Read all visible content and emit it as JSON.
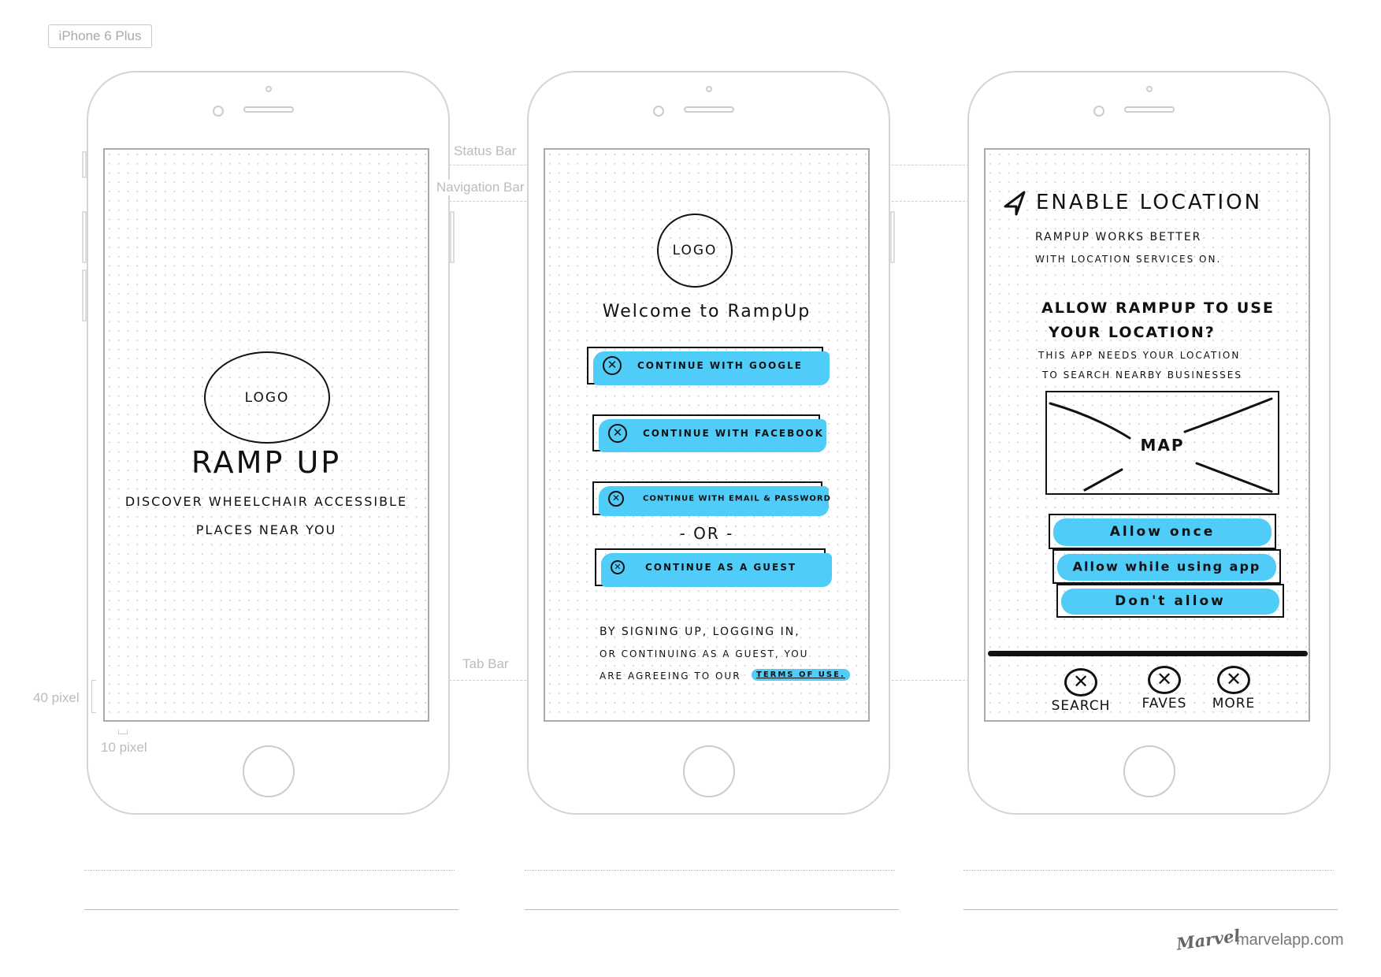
{
  "device_label": "iPhone 6 Plus",
  "guides": {
    "status_bar": "Status Bar",
    "navigation_bar": "Navigation Bar",
    "tab_bar": "Tab Bar",
    "height_40": "40 pixel",
    "width_10": "10 pixel"
  },
  "screen1": {
    "logo": "LOGO",
    "title": "Ramp Up",
    "tagline_1": "Discover wheelchair accessible",
    "tagline_2": "places near you"
  },
  "screen2": {
    "logo": "LOGO",
    "welcome": "Welcome to RampUp",
    "buttons": [
      {
        "label": "Continue with Google"
      },
      {
        "label": "Continue with Facebook"
      },
      {
        "label": "Continue with Email & Password"
      },
      {
        "label": "Continue as a Guest"
      }
    ],
    "or": "- OR -",
    "terms_1": "By signing up, logging in,",
    "terms_2": "or continuing as a guest, you",
    "terms_3": "are agreeing to our",
    "terms_link": "Terms of use."
  },
  "screen3": {
    "title": "Enable Location",
    "sub_1": "RampUp works better",
    "sub_2": "with location services on.",
    "question_1": "Allow RampUp to use",
    "question_2": "your location?",
    "explain_1": "This app needs your location",
    "explain_2": "to search nearby businesses",
    "map": "MAP",
    "buttons": [
      {
        "label": "Allow once"
      },
      {
        "label": "Allow while using app"
      },
      {
        "label": "Don't allow"
      }
    ],
    "tabs": [
      {
        "label": "Search"
      },
      {
        "label": "Faves"
      },
      {
        "label": "More"
      }
    ]
  },
  "footer": {
    "brand": "Marvel",
    "site": "marvelapp.com"
  },
  "colors": {
    "accent": "#4fcdf8"
  }
}
